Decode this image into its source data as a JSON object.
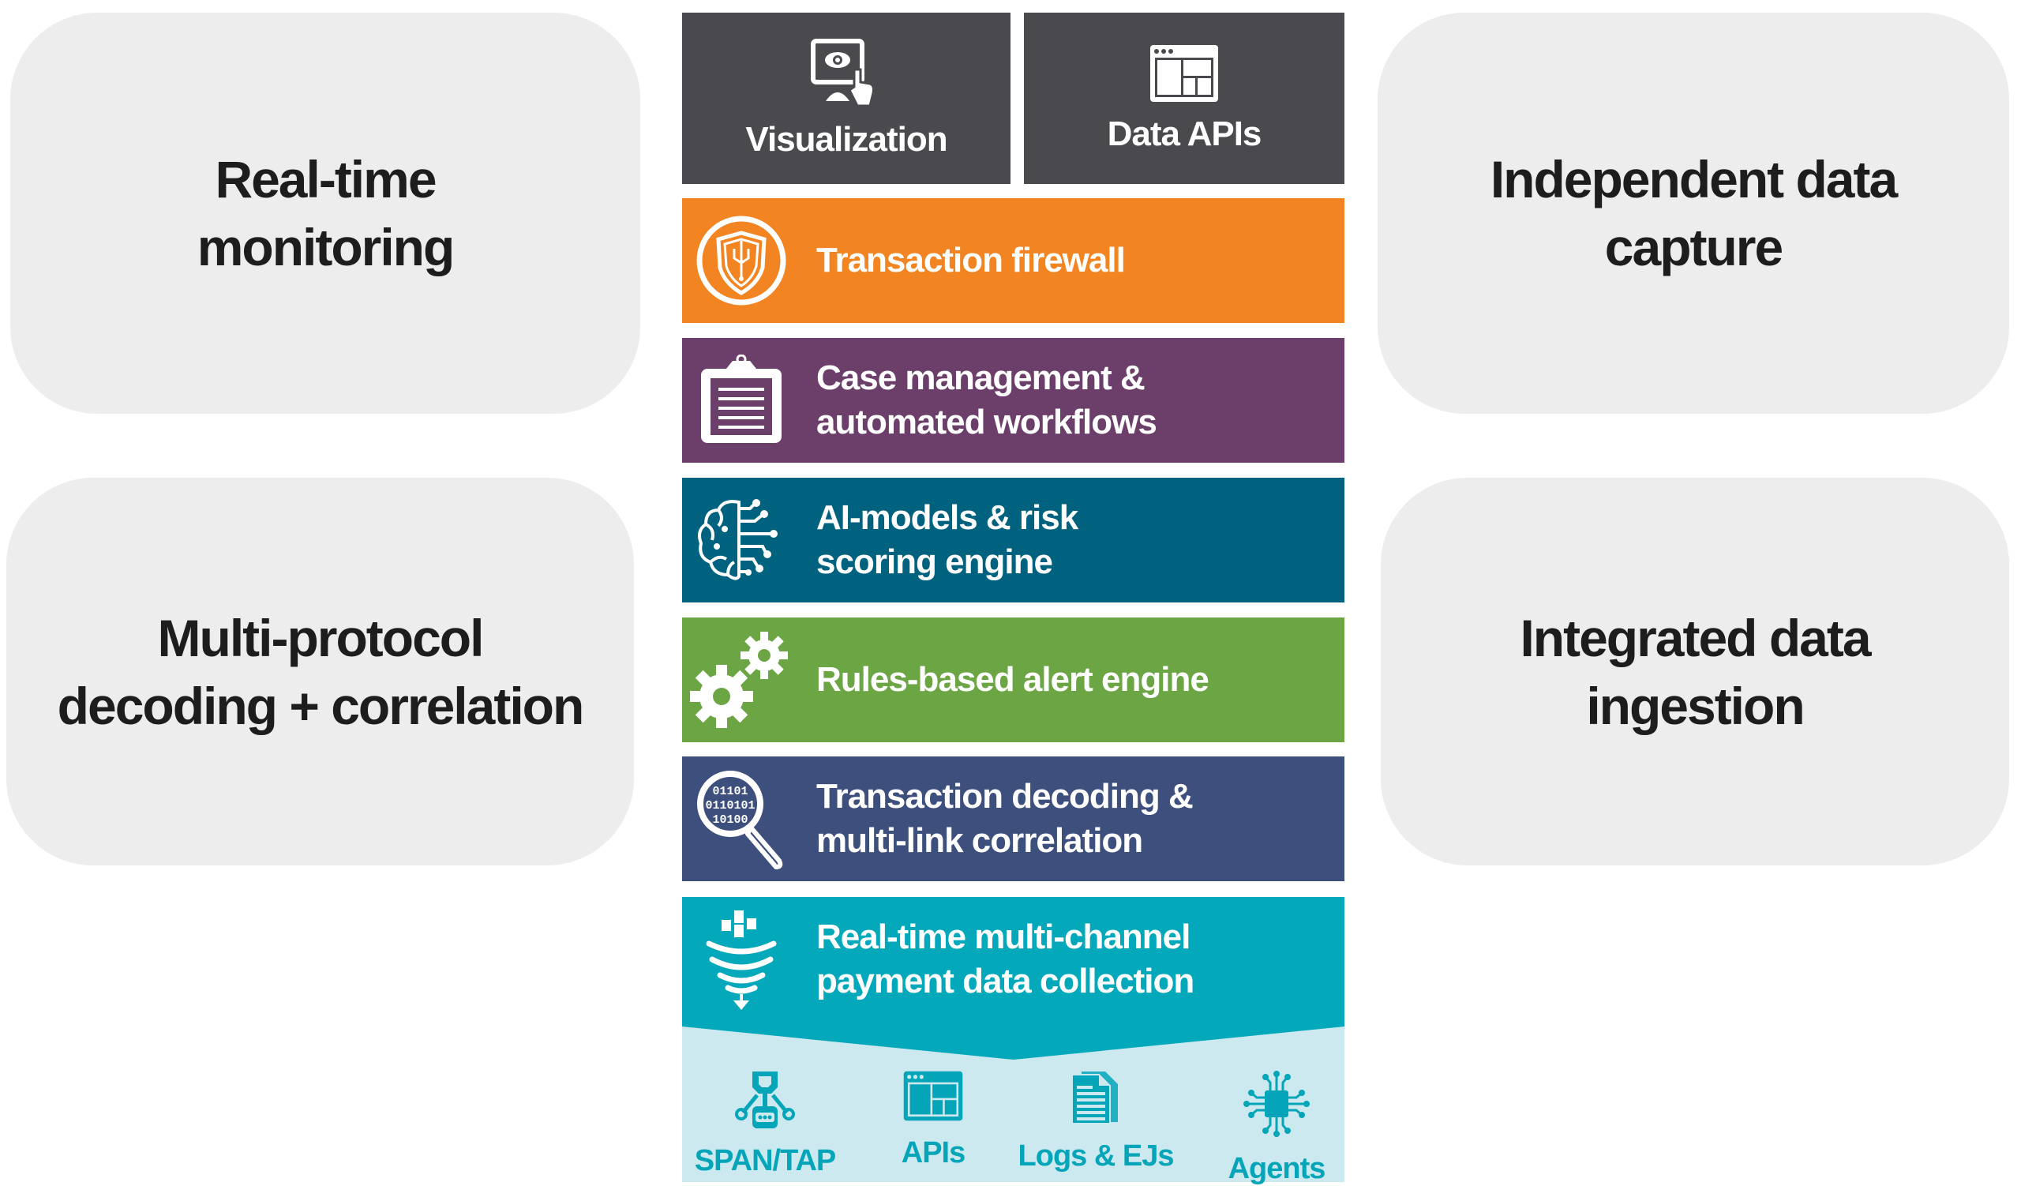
{
  "colors": {
    "pill_bg": "#eeeded",
    "tile_bg": "#4a4a4e",
    "firewall": "#f28421",
    "case_mgmt": "#6c3f6b",
    "ai_models": "#00627f",
    "rules": "#6ca644",
    "decoding": "#3d4f7c",
    "collection": "#04a8bb",
    "sources_bg": "#cce9ef",
    "source_text": "#04a5b8"
  },
  "features": {
    "left": [
      {
        "label": "Real-time\nmonitoring"
      },
      {
        "label": "Multi-protocol\ndecoding + correlation"
      }
    ],
    "right": [
      {
        "label": "Independent data\ncapture"
      },
      {
        "label": "Integrated data\ningestion"
      }
    ]
  },
  "top_tiles": [
    {
      "label": "Visualization",
      "icon": "monitor-eye-touch-icon"
    },
    {
      "label": "Data APIs",
      "icon": "browser-window-icon"
    }
  ],
  "layers": [
    {
      "label": "Transaction firewall",
      "icon": "shield-circuit-icon"
    },
    {
      "label": "Case management &\nautomated workflows",
      "icon": "clipboard-icon"
    },
    {
      "label": "AI-models & risk\nscoring engine",
      "icon": "brain-circuit-icon"
    },
    {
      "label": "Rules-based alert engine",
      "icon": "gears-icon"
    },
    {
      "label": "Transaction decoding &\nmulti-link correlation",
      "icon": "magnifier-binary-icon"
    },
    {
      "label": "Real-time multi-channel\npayment data collection",
      "icon": "funnel-binary-icon"
    }
  ],
  "sources": [
    {
      "label": "SPAN/TAP",
      "icon": "network-tap-icon"
    },
    {
      "label": "APIs",
      "icon": "browser-window-icon"
    },
    {
      "label": "Logs & EJs",
      "icon": "documents-icon"
    },
    {
      "label": "Agents",
      "icon": "chip-icon"
    }
  ]
}
